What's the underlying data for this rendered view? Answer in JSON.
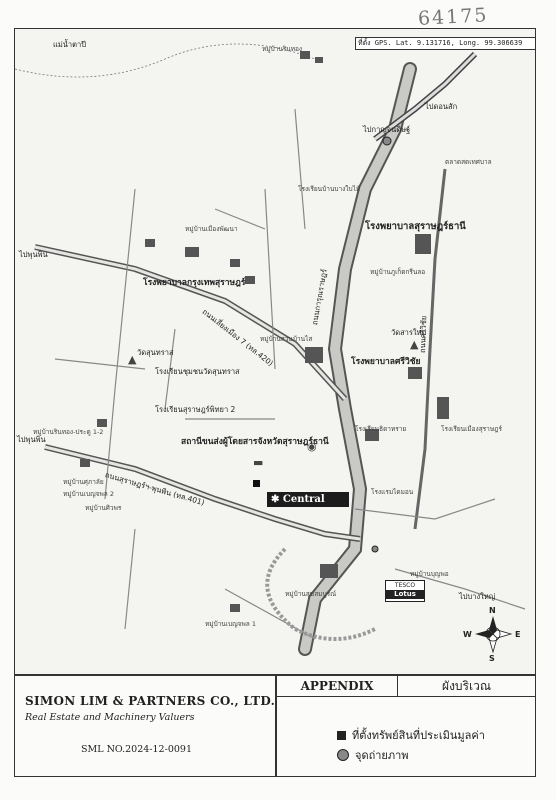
{
  "handwritten_number": "64175",
  "gps_text": "ที่ตั้ง GPS. Lat. 9.131716, Long. 99.306639",
  "compass": {
    "n": "N",
    "s": "S",
    "e": "E",
    "w": "W"
  },
  "labels": {
    "bay": "แม่น้ำตาปี",
    "school_salamay": "โรงเรียนบ้านบางใบไม้",
    "hospital_thani": "โรงพยาบาลสุราษฎร์ธานี",
    "hospital_suratpat": "โรงพยาบาลกรุงเทพสุราษฎร์",
    "hospital_sriwichai": "โรงพยาบาลศรีวิชัย",
    "wat_sai": "วัดสารใหม่",
    "wat_sakhon": "วัดสุนทราส",
    "school_wat": "โรงเรียนชุมชนวัดสุนทราส",
    "school_surat2": "โรงเรียนสุราษฎร์พิทยา 2",
    "police": "สถานีขนส่งผู้โดยสารจังหวัดสุราษฎร์ธานี",
    "central": "Central",
    "road_7": "ถนนเลี่ยงเมือง 7 (ทล.420)",
    "road_401": "ถนนสุราษฎร์ฯ-พุนพิน (ทล.401)",
    "road_karn": "ถนนการุณราษฎร์",
    "road_sri": "ถนนศรีวิชัย",
    "to_pun": "ไปพุนพิน",
    "to_bangyai": "ไปบางใหญ่",
    "to_kanchanadit": "ไปกาญจนดิษฐ์",
    "to_donsak": "ไปดอนสัก",
    "village_1": "หมู่บ้านรินทอง",
    "village_2": "หมู่บ้านบุญพอ",
    "village_3": "หมู่บ้านภูเก็ตกรีนลอ",
    "village_4": "หมู่บ้านสุขสมบูรณ์",
    "village_5": "หมู่บ้านเบญจพล 1",
    "village_6": "หมู่บ้านสวนบ้านไส",
    "village_7": "หมู่บ้านเมืองพัฒนา",
    "village_8": "หมู่บ้านรินทอง-ประตู 1-2",
    "village_9": "หมู่บ้านศุภาลัย",
    "village_10": "หมู่บ้านเบญจพล 2",
    "village_11": "หมู่บ้านศิวพร",
    "lotus": "Lotus",
    "lotus_top": "TESCO",
    "market": "ตลาดสดเทศบาล",
    "hotel": "โรงแรมไดมอน",
    "school_thai": "โรงเรียนธิดาทราย",
    "school_muang": "โรงเรียนเมืองสุราษฎร์"
  },
  "footer": {
    "company": "SIMON LIM & PARTNERS CO., LTD.",
    "tagline": "Real Estate and Machinery Valuers",
    "ref": "SML NO.2024-12-0091",
    "appendix": "APPENDIX",
    "plan_title": "ผังบริเวณ",
    "legend_property": "ที่ตั้งทรัพย์สินที่ประเมินมูลค่า",
    "legend_photo": "จุดถ่ายภาพ"
  }
}
